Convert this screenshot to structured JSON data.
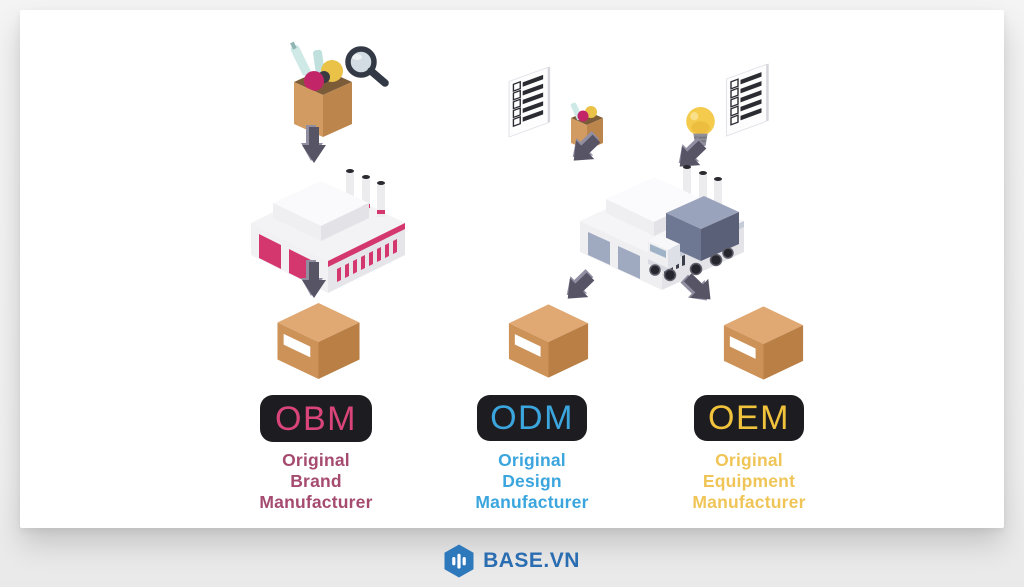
{
  "page": {
    "background": "#f2f2f2"
  },
  "card": {
    "background": "#ffffff"
  },
  "columns": [
    {
      "id": "obm",
      "abbr": "OBM",
      "abbr_color": "#DA4579",
      "desc_color": "#A54B6F",
      "badge_bg": "#1D1C20",
      "desc_lines": [
        "Original",
        "Brand",
        "Manufacturer"
      ]
    },
    {
      "id": "odm",
      "abbr": "ODM",
      "abbr_color": "#3BA5DE",
      "desc_color": "#3BA5DE",
      "badge_bg": "#1D1C20",
      "desc_lines": [
        "Original",
        "Design",
        "Manufacturer"
      ]
    },
    {
      "id": "oem",
      "abbr": "OEM",
      "abbr_color": "#F1C23B",
      "desc_color": "#F0C557",
      "badge_bg": "#1D1C20",
      "desc_lines": [
        "Original",
        "Equipment",
        "Manufacturer"
      ]
    }
  ],
  "icons": {
    "shopping-bag-magnifier-icon": "bag of branded products inspected by magnifying glass",
    "checklist-document-icon": "specification sheet with checkboxes",
    "product-bag-icon": "small bag of sample products",
    "idea-bulb-icon": "light bulb idea",
    "factory-icon": "isometric factory with chimneys",
    "factory-truck-icon": "isometric factory with delivery truck",
    "package-box-icon": "cardboard shipping box with white label",
    "down-arrow-icon": "dark 3D arrow",
    "hexagon-logo-icon": "blue hexagon with white equalizer bars"
  },
  "colors": {
    "obm_factory_accent": "#D4376D",
    "door_slate": "#9FA9C0",
    "box_tan": "#CD9257",
    "arrow_gray": "#575466",
    "truck_gray": "#6F7893",
    "badge_bg": "#1D1C20",
    "logo_blue": "#2E78BC"
  },
  "footer": {
    "logo_text": "BASE.VN",
    "logo_color": "#2B6DB1",
    "hex_color": "#2E78BC"
  }
}
